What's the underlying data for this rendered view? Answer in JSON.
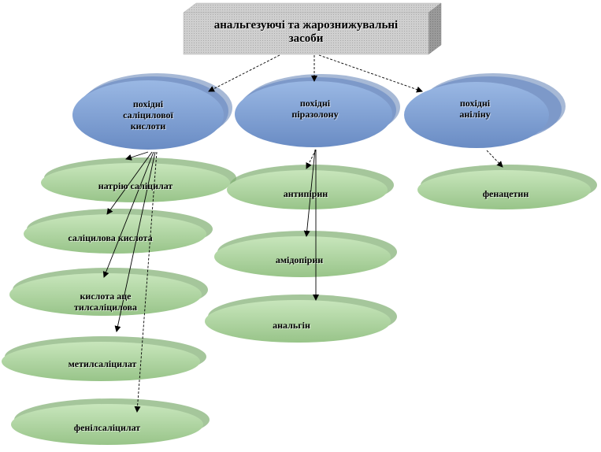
{
  "colors": {
    "title_box": "#c8c8c8",
    "category": "#7f9fd0",
    "item": "#aed3a0",
    "arrow": "#000000"
  },
  "title": {
    "line1": "анальгезуючі та жарознижувальні",
    "line2": "засоби"
  },
  "categories": [
    {
      "line1": "похідні",
      "line2": "саліцилової",
      "line3": "кислоти"
    },
    {
      "line1": "похідні",
      "line2": "піразолону",
      "line3": ""
    },
    {
      "line1": "похідні",
      "line2": "аніліну",
      "line3": ""
    }
  ],
  "salicylic_items": [
    {
      "line1": "натрію саліцилат",
      "line2": ""
    },
    {
      "line1": "саліцилова кислота",
      "line2": ""
    },
    {
      "line1": "кислота аце",
      "line2": "тилсаліцилова"
    },
    {
      "line1": "метилсаліцилат",
      "line2": ""
    },
    {
      "line1": "фенілсаліцилат",
      "line2": ""
    }
  ],
  "pyrazolone_items": [
    {
      "line1": "антипірин"
    },
    {
      "line1": "амідопірин"
    },
    {
      "line1": "анальгін"
    }
  ],
  "aniline_items": [
    {
      "line1": "фенацетин"
    }
  ]
}
